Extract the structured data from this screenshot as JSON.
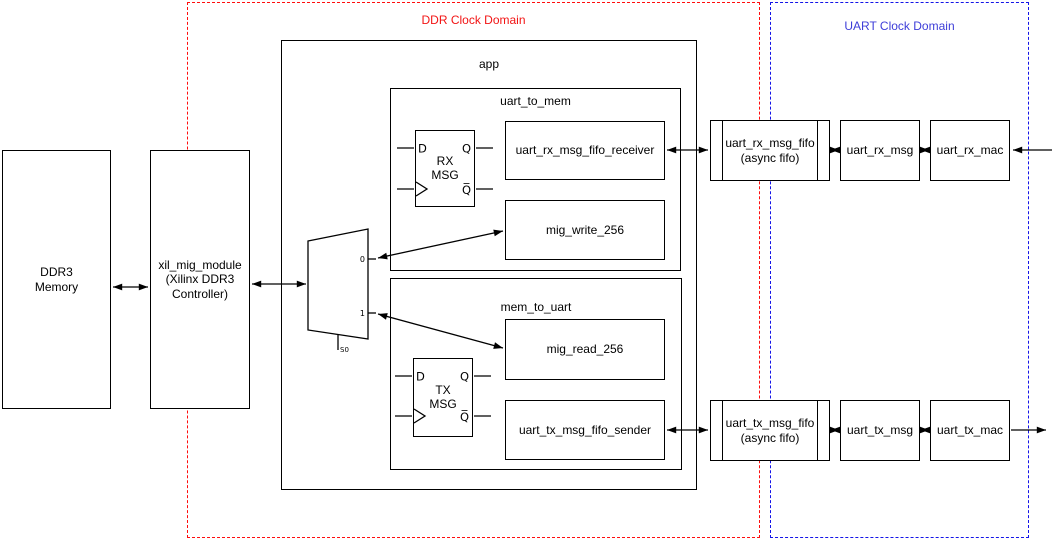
{
  "domains": {
    "ddr": {
      "label": "DDR Clock Domain",
      "color": "#FF0000"
    },
    "uart": {
      "label": "UART Clock Domain",
      "color": "#3D3DD8"
    }
  },
  "blocks": {
    "ddr3_memory": {
      "label": "DDR3\nMemory"
    },
    "xil_mig_module": {
      "label": "xil_mig_module\n(Xilinx DDR3\nController)"
    },
    "app": {
      "label": "app"
    },
    "uart_to_mem": {
      "label": "uart_to_mem"
    },
    "uart_rx_msg_fifo_receiver": {
      "label": "uart_rx_msg_fifo_receiver"
    },
    "mig_write_256": {
      "label": "mig_write_256"
    },
    "mem_to_uart": {
      "label": "mem_to_uart"
    },
    "mig_read_256": {
      "label": "mig_read_256"
    },
    "uart_tx_msg_fifo_sender": {
      "label": "uart_tx_msg_fifo_sender"
    },
    "uart_rx_msg_fifo": {
      "label": "uart_rx_msg_fifo\n(async fifo)"
    },
    "uart_rx_msg": {
      "label": "uart_rx_msg"
    },
    "uart_rx_mac": {
      "label": "uart_rx_mac"
    },
    "uart_tx_msg_fifo": {
      "label": "uart_tx_msg_fifo\n(async fifo)"
    },
    "uart_tx_msg": {
      "label": "uart_tx_msg"
    },
    "uart_tx_mac": {
      "label": "uart_tx_mac"
    }
  },
  "flipflops": {
    "rx": {
      "title": "RX\nMSG"
    },
    "tx": {
      "title": "TX\nMSG"
    },
    "pins": {
      "d": "D",
      "q": "Q",
      "qbar": "Q̅"
    }
  },
  "mux": {
    "in0": "0",
    "in1": "1",
    "select": "S0"
  }
}
